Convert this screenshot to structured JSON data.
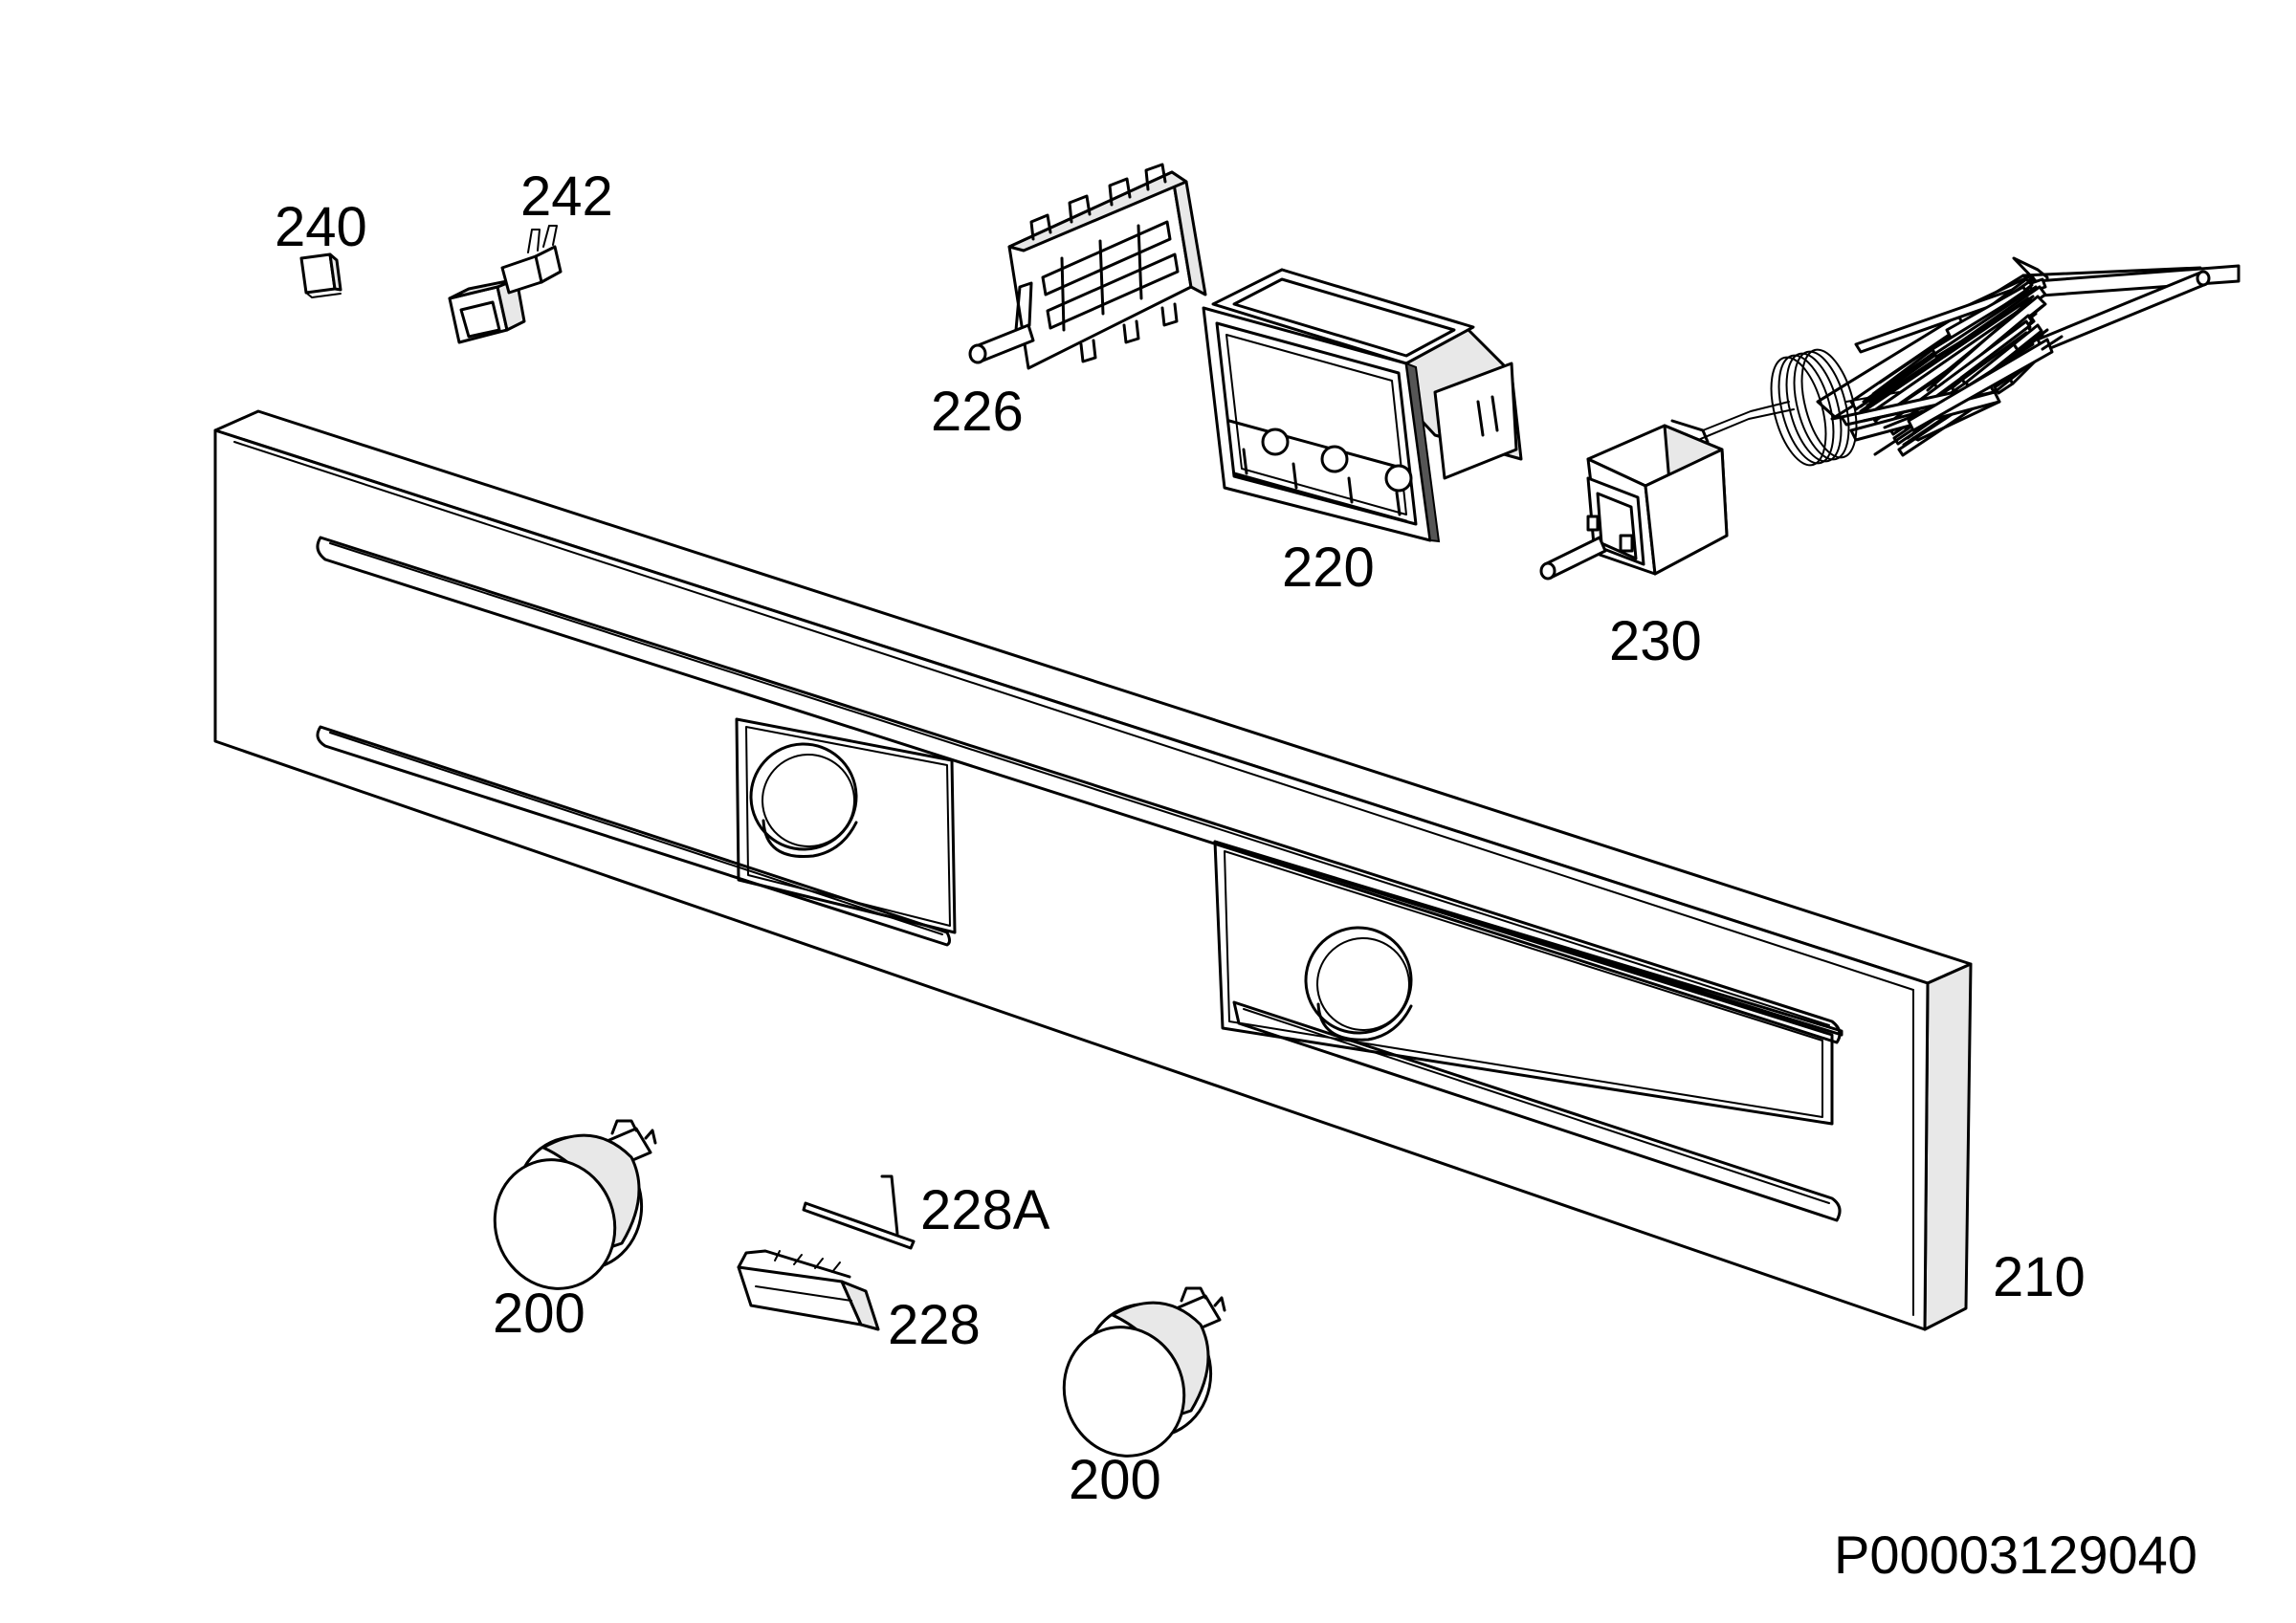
{
  "parts": {
    "p240": {
      "number": "240"
    },
    "p242": {
      "number": "242"
    },
    "p226": {
      "number": "226"
    },
    "p220": {
      "number": "220"
    },
    "p230": {
      "number": "230"
    },
    "p210": {
      "number": "210"
    },
    "p228a": {
      "number": "228A"
    },
    "p228": {
      "number": "228"
    },
    "p200_left": {
      "number": "200"
    },
    "p200_right": {
      "number": "200"
    }
  },
  "drawing": {
    "code": "P00003129040"
  }
}
